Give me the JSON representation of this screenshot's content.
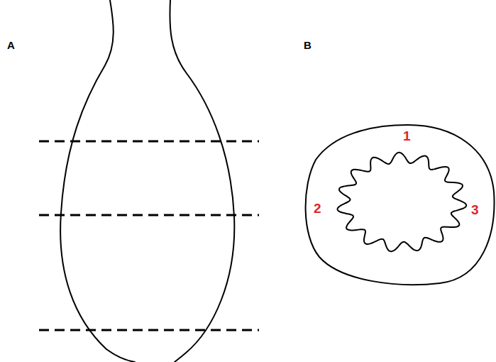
{
  "diagram": {
    "labels": [
      "A",
      "B",
      "1",
      "2",
      "3"
    ]
  }
}
